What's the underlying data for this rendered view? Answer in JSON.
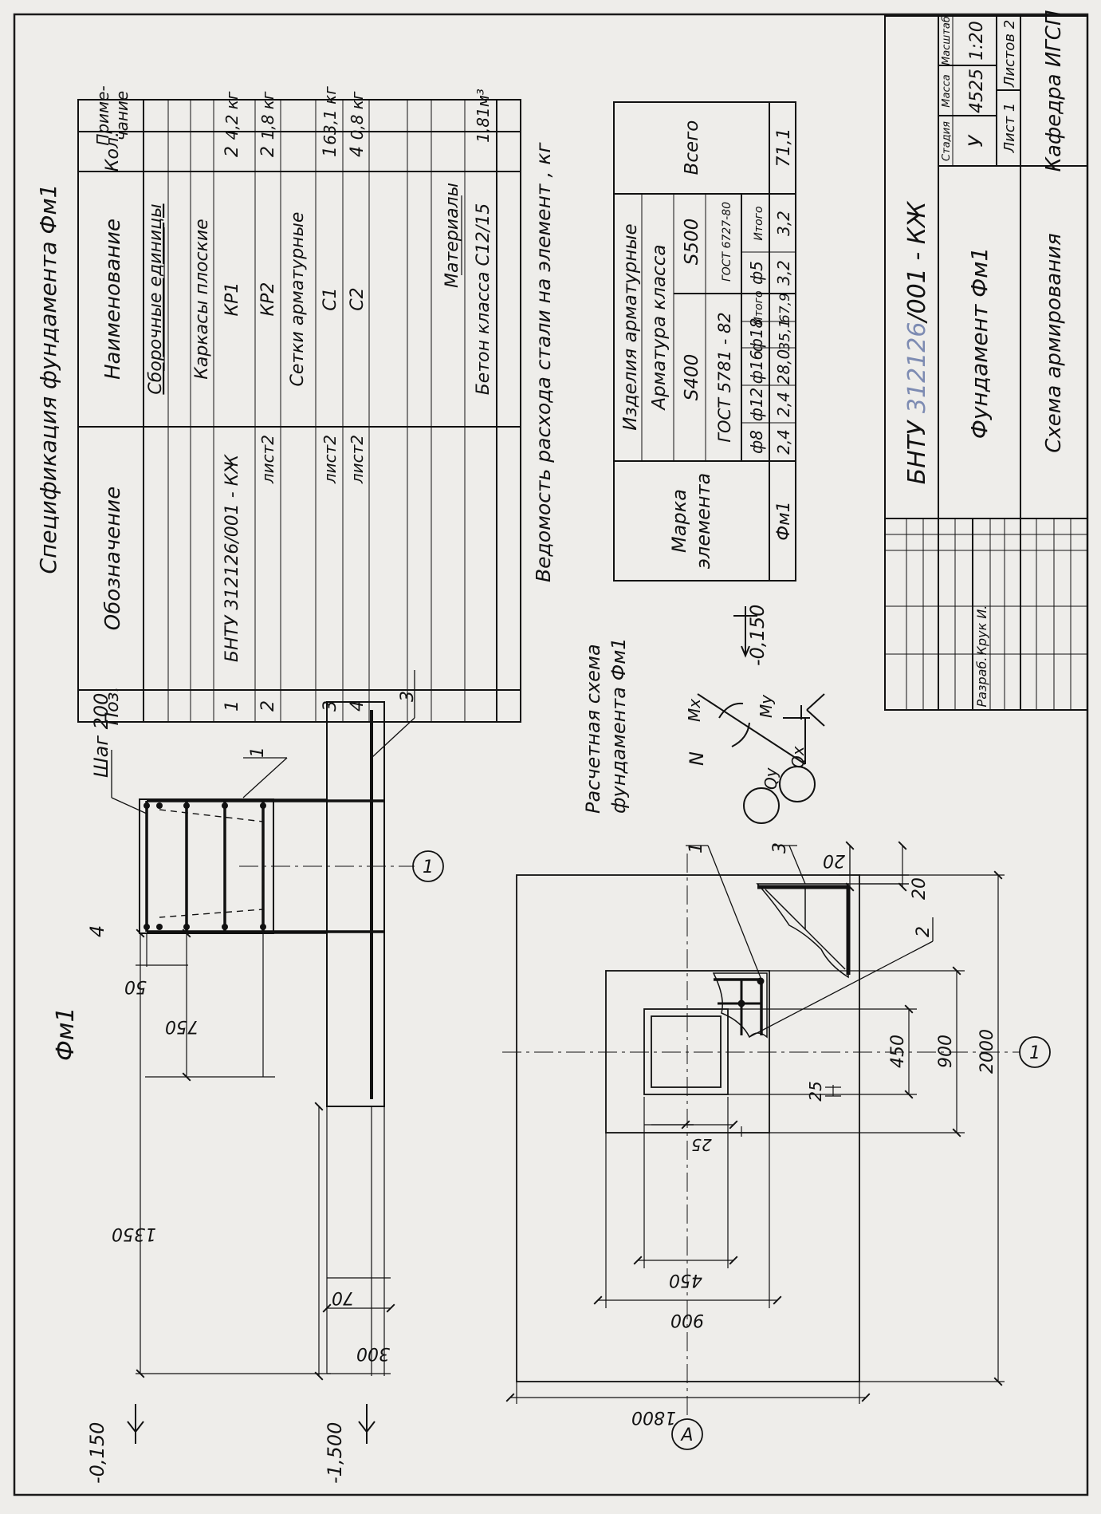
{
  "colors": {
    "ink": "#111111",
    "paper": "#eeedea",
    "frame": "#1a1a1a"
  },
  "spec": {
    "title": "Спецификация фундамента Фм1",
    "headers": {
      "pos": "Поз.",
      "designation": "Обозначение",
      "name": "Наименование",
      "qty": "Кол.",
      "note_line1": "Приме-",
      "note_line2": "чание"
    },
    "rows": [
      {
        "pos": "",
        "designation": "",
        "name": "Сборочные единицы",
        "qty": "",
        "note": ""
      },
      {
        "pos": "",
        "designation": "",
        "name": "",
        "qty": "",
        "note": ""
      },
      {
        "pos": "",
        "designation": "",
        "name": "Каркасы плоские",
        "qty": "",
        "note": ""
      },
      {
        "pos": "1",
        "designation": "БНТУ 312126/001 - КЖ",
        "name": "КР1",
        "qty": "2",
        "note": "4,2 кг"
      },
      {
        "pos": "2",
        "designation": "лист2",
        "name": "КР2",
        "qty": "2",
        "note": "1,8 кг"
      },
      {
        "pos": "",
        "designation": "",
        "name": "Сетки арматурные",
        "qty": "",
        "note": ""
      },
      {
        "pos": "3",
        "designation": "лист2",
        "name": "С1",
        "qty": "1",
        "note": "63,1 кг"
      },
      {
        "pos": "4",
        "designation": "лист2",
        "name": "С2",
        "qty": "4",
        "note": "0,8 кг"
      },
      {
        "pos": "",
        "designation": "",
        "name": "",
        "qty": "",
        "note": ""
      },
      {
        "pos": "",
        "designation": "",
        "name": "Материалы",
        "qty": "",
        "note": ""
      },
      {
        "pos": "",
        "designation": "",
        "name": "Бетон класса С12/15",
        "qty": "",
        "note": "1,81м³"
      }
    ]
  },
  "steel": {
    "title": "Ведомость расхода стали на элемент , кг",
    "mark_header_line1": "Марка",
    "mark_header_line2": "элемента",
    "products": "Изделия арматурные",
    "class": "Арматура класса",
    "s400": "S400",
    "s500": "S500",
    "gost1": "ГОСТ 5781 - 82",
    "gost2": "ГОСТ 6727-80",
    "total": "Всего",
    "subcols": [
      "ф8",
      "ф12",
      "ф16",
      "ф18",
      "Итого",
      "ф5",
      "Итого"
    ],
    "row": {
      "mark": "Фм1",
      "values": [
        "2,4",
        "2,4",
        "28,0",
        "35,1",
        "67,9",
        "3,2",
        "3,2"
      ],
      "total": "71,1"
    }
  },
  "calc_scheme": {
    "title_line1": "Расчетная схема",
    "title_line2": "фундамента Фм1",
    "level": "-0,150",
    "N": "N",
    "Mx": "Mx",
    "My": "My",
    "Qy": "Qy",
    "Qx": "Qx"
  },
  "section": {
    "title": "Фм1",
    "step": "Шаг 200",
    "pos": [
      "4",
      "1",
      "3"
    ],
    "level_top": "-0,150",
    "level_bottom": "-1,500",
    "axis": "1",
    "dims": [
      "50",
      "750",
      "1350",
      "70",
      "300"
    ]
  },
  "plan": {
    "axis_1": "1",
    "axis_A": "А",
    "pos": [
      "1",
      "3",
      "2"
    ],
    "dims": {
      "d20a": "20",
      "d20b": "20",
      "d25a": "25",
      "d25b": "25",
      "d450a": "450",
      "d450b": "450",
      "d900a": "900",
      "d900b": "900",
      "d2000": "2000",
      "d1800": "1800"
    }
  },
  "title_block": {
    "code_prefix": "БНТУ",
    "code_num": "312126",
    "code_suffix": "/001 - КЖ",
    "stage_h": "Стадия",
    "mass_h": "Масса",
    "scale_h": "Масштаб",
    "stage": "У",
    "mass": "4525",
    "scale": "1:20",
    "sheet": "Лист 1",
    "sheets": "Листов 2",
    "object": "Фундамент Фм1",
    "drawing": "Схема армирования",
    "org": "Кафедра ИГСП",
    "developed_h": "Разраб.",
    "developer": "Крук И."
  }
}
